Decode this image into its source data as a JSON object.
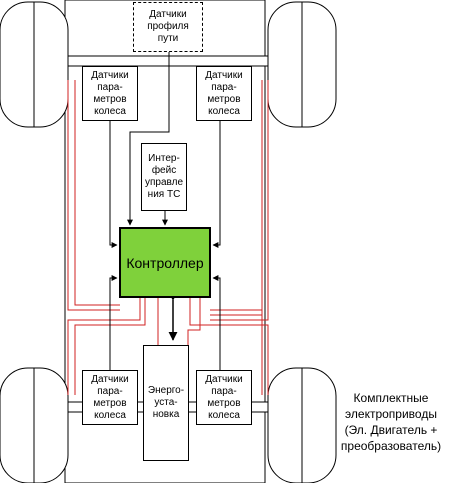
{
  "diagram": {
    "controller_label": "Контроллер",
    "path_sensors_label": "Датчики\nпрофиля\nпути",
    "interface_label": "Интер-\nфейс\nуправле\nния ТС",
    "power_label": "Энерго-\nуста-\nновка",
    "wheel_sensors": {
      "front_left": "Датчики\nпара-\nметров\nколеса",
      "front_right": "Датчики\nпара-\nметров\nколеса",
      "rear_left": "Датчики\nпара-\nметров\nколеса",
      "rear_right": "Датчики\nпара-\nметров\nколеса"
    },
    "drives_caption": "Комплектные\nэлектроприводы\n(Эл. Двигатель +\nпреобразователь)"
  },
  "colors": {
    "controller_fill": "#7fd13b",
    "signal_wire": "#d02020",
    "outline": "#000000"
  }
}
